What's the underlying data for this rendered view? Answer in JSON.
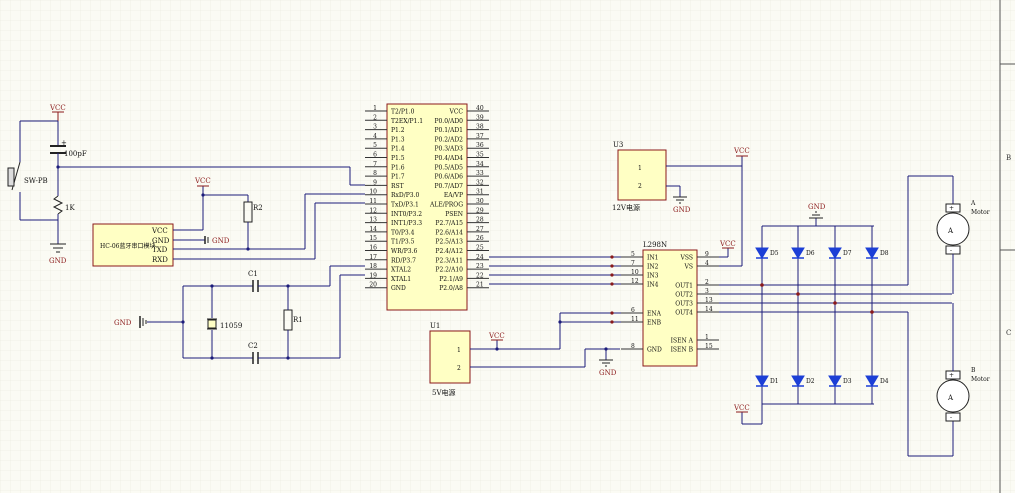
{
  "labels": {
    "vcc": "VCC",
    "gnd": "GND",
    "u1": "U1",
    "u3": "U3",
    "u2_part": "L298N",
    "u1_name": "5V电源",
    "u3_name": "12V电源",
    "bt_name": "HC-06蓝牙串口模块",
    "sw": "SW-PB",
    "cap_100pf": "100pF",
    "r_1k": "1K",
    "r2": "R2",
    "r1": "R1",
    "c1": "C1",
    "c2": "C2",
    "crystal": "11059",
    "motor_a": "A",
    "motor_b": "B",
    "motor_word": "Motor",
    "plus": "+",
    "minus": "-",
    "border_b": "B",
    "border_c": "C"
  },
  "mcu": {
    "left": [
      {
        "num": "1",
        "name": "T2/P1.0"
      },
      {
        "num": "2",
        "name": "T2EX/P1.1"
      },
      {
        "num": "3",
        "name": "P1.2"
      },
      {
        "num": "4",
        "name": "P1.3"
      },
      {
        "num": "5",
        "name": "P1.4"
      },
      {
        "num": "6",
        "name": "P1.5"
      },
      {
        "num": "7",
        "name": "P1.6"
      },
      {
        "num": "8",
        "name": "P1.7"
      },
      {
        "num": "9",
        "name": "RST"
      },
      {
        "num": "10",
        "name": "RxD/P3.0"
      },
      {
        "num": "11",
        "name": "TxD/P3.1"
      },
      {
        "num": "12",
        "name": "INT0/P3.2"
      },
      {
        "num": "13",
        "name": "INT1/P3.3"
      },
      {
        "num": "14",
        "name": "T0/P3.4"
      },
      {
        "num": "15",
        "name": "T1/P3.5"
      },
      {
        "num": "16",
        "name": "WR/P3.6"
      },
      {
        "num": "17",
        "name": "RD/P3.7"
      },
      {
        "num": "18",
        "name": "XTAL2"
      },
      {
        "num": "19",
        "name": "XTAL1"
      },
      {
        "num": "20",
        "name": "GND"
      }
    ],
    "right": [
      {
        "num": "40",
        "name": "VCC"
      },
      {
        "num": "39",
        "name": "P0.0/AD0"
      },
      {
        "num": "38",
        "name": "P0.1/AD1"
      },
      {
        "num": "37",
        "name": "P0.2/AD2"
      },
      {
        "num": "36",
        "name": "P0.3/AD3"
      },
      {
        "num": "35",
        "name": "P0.4/AD4"
      },
      {
        "num": "34",
        "name": "P0.5/AD5"
      },
      {
        "num": "33",
        "name": "P0.6/AD6"
      },
      {
        "num": "32",
        "name": "P0.7/AD7"
      },
      {
        "num": "31",
        "name": "EA/VP"
      },
      {
        "num": "30",
        "name": "ALE/PROG"
      },
      {
        "num": "29",
        "name": "PSEN"
      },
      {
        "num": "28",
        "name": "P2.7/A15"
      },
      {
        "num": "27",
        "name": "P2.6/A14"
      },
      {
        "num": "26",
        "name": "P2.5/A13"
      },
      {
        "num": "25",
        "name": "P2.4/A12"
      },
      {
        "num": "24",
        "name": "P2.3/A11"
      },
      {
        "num": "23",
        "name": "P2.2/A10"
      },
      {
        "num": "22",
        "name": "P2.1/A9"
      },
      {
        "num": "21",
        "name": "P2.0/A8"
      }
    ]
  },
  "bt": {
    "pins": [
      "VCC",
      "GND",
      "TXD",
      "RXD"
    ]
  },
  "l298": {
    "left": [
      {
        "num": "5",
        "name": "IN1"
      },
      {
        "num": "7",
        "name": "IN2"
      },
      {
        "num": "10",
        "name": "IN3"
      },
      {
        "num": "12",
        "name": "IN4"
      },
      {
        "num": "6",
        "name": "ENA"
      },
      {
        "num": "11",
        "name": "ENB"
      },
      {
        "num": "8",
        "name": "GND"
      }
    ],
    "right": [
      {
        "num": "9",
        "name": "VSS"
      },
      {
        "num": "4",
        "name": "VS"
      },
      {
        "num": "2",
        "name": "OUT1"
      },
      {
        "num": "3",
        "name": "OUT2"
      },
      {
        "num": "13",
        "name": "OUT3"
      },
      {
        "num": "14",
        "name": "OUT4"
      },
      {
        "num": "1",
        "name": "ISEN A"
      },
      {
        "num": "15",
        "name": "ISEN B"
      }
    ]
  },
  "u1_pins": [
    "1",
    "2"
  ],
  "u3_pins": [
    "1",
    "2"
  ],
  "diodes_top": [
    "D5",
    "D6",
    "D7",
    "D8"
  ],
  "diodes_bottom": [
    "D1",
    "D2",
    "D3",
    "D4"
  ]
}
